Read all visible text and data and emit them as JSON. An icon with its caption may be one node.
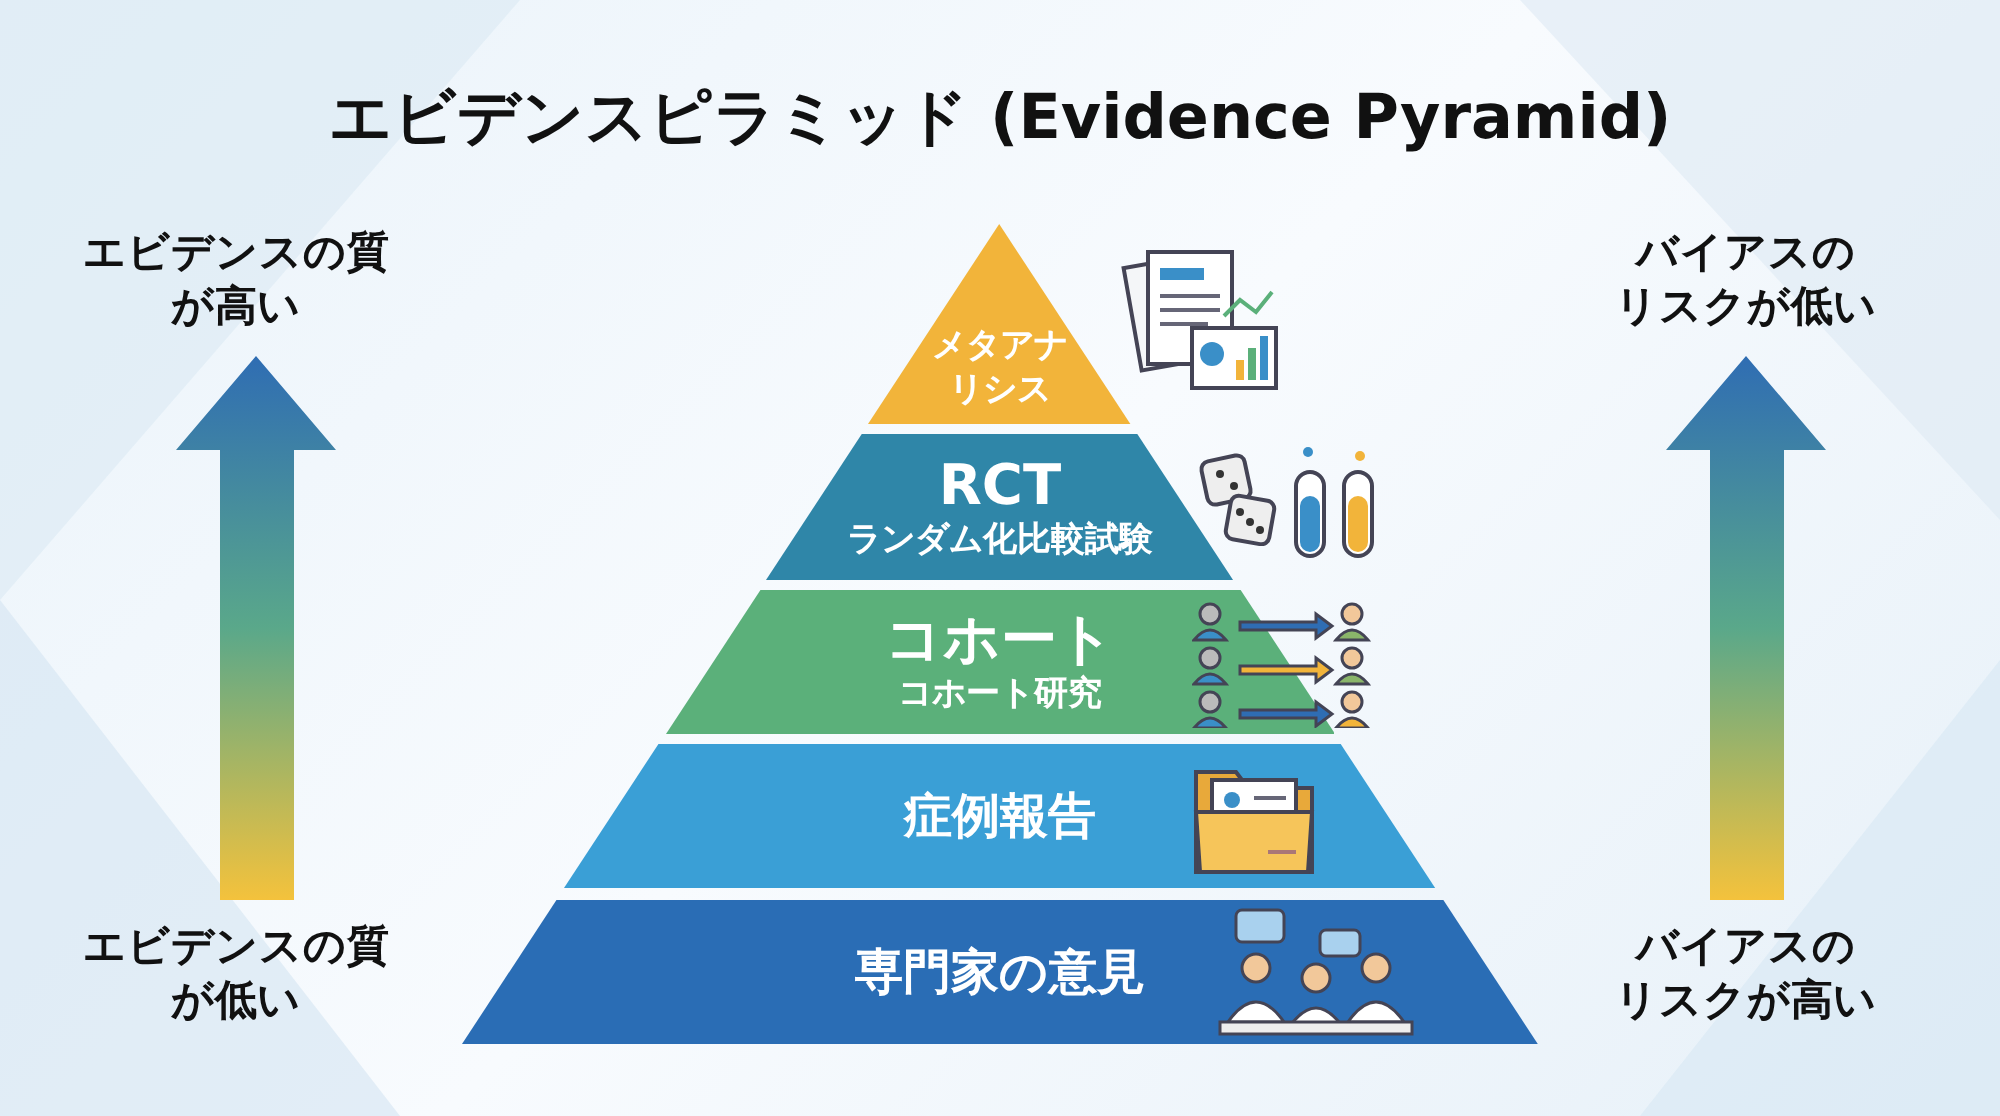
{
  "diagram": {
    "title": "エビデンスピラミッド (Evidence Pyramid)",
    "nodes": [
      {
        "text": [
          "メタアナリシス"
        ]
      },
      {
        "text": [
          "RCT",
          "ランダム化比較試験"
        ]
      },
      {
        "text": [
          "コホート",
          "コホート研究"
        ]
      },
      {
        "text": [
          "症例報告"
        ]
      },
      {
        "text": [
          "専門家の意見"
        ]
      }
    ],
    "labels": [
      "エビデンスの質が高い",
      "バイアスのリスクが低い",
      "エビデンスの質が低い",
      "バイアスのリスクが高い"
    ]
  }
}
